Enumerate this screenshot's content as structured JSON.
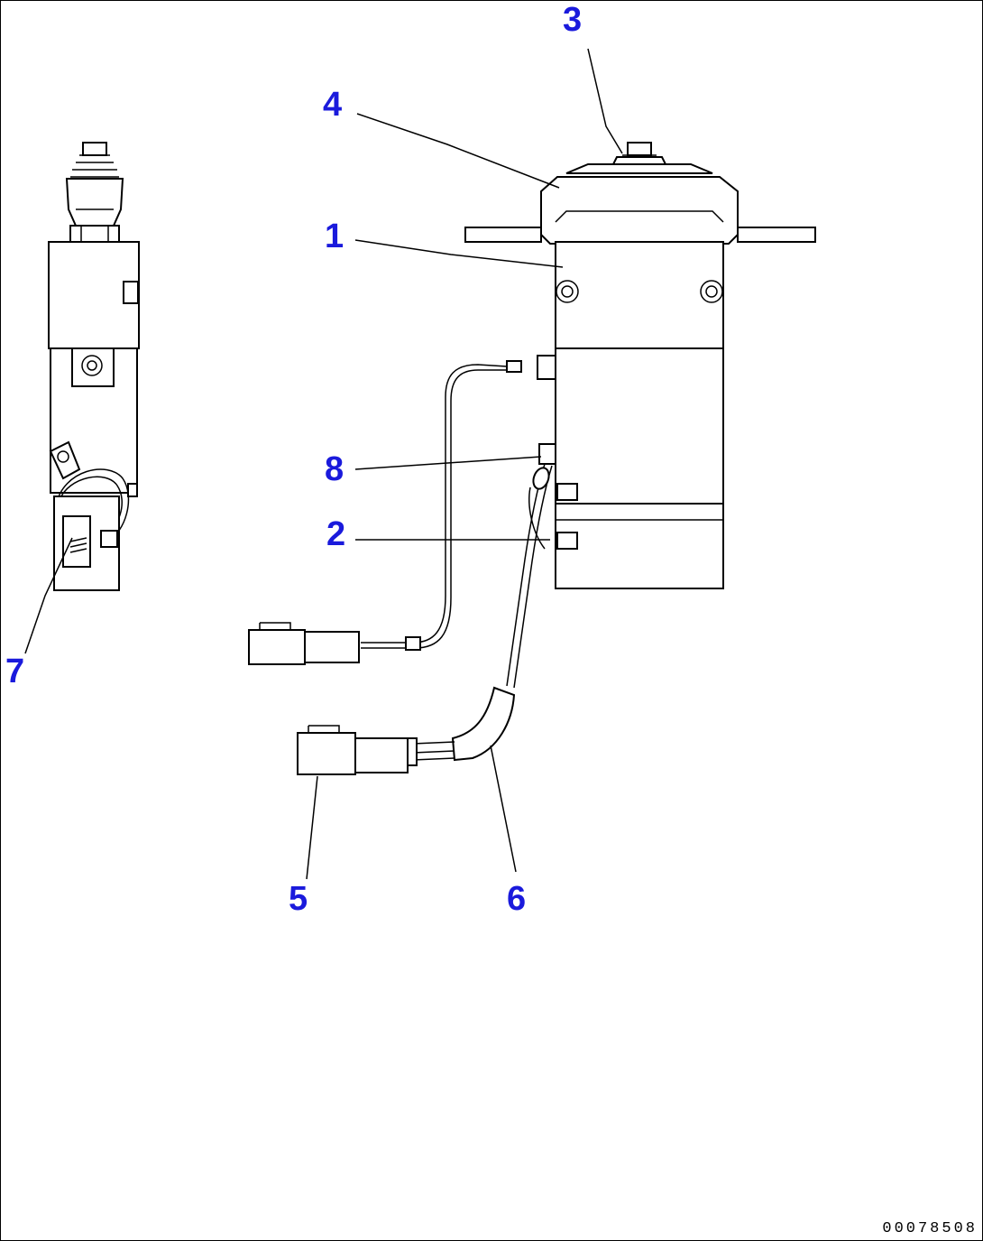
{
  "callouts": {
    "c1": "1",
    "c2": "2",
    "c3": "3",
    "c4": "4",
    "c5": "5",
    "c6": "6",
    "c7": "7",
    "c8": "8"
  },
  "drawing_code": "00078508",
  "colors": {
    "callout": "#1a1adc",
    "line": "#000000",
    "background": "#ffffff"
  }
}
